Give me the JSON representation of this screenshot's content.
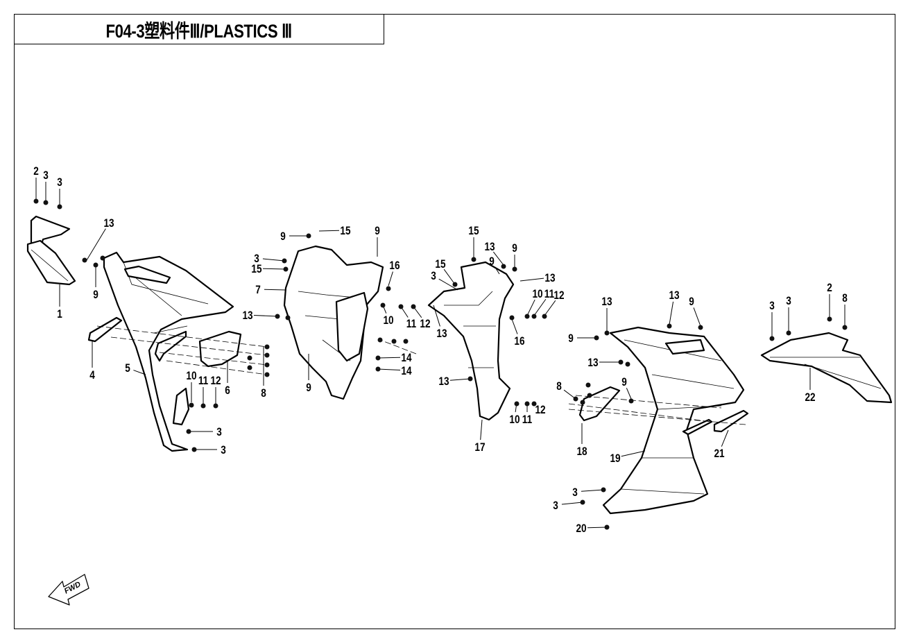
{
  "title": "F04-3塑料件Ⅲ/PLASTICS Ⅲ",
  "fwd_label": "FWD",
  "callouts": [
    "2",
    "3",
    "3",
    "1",
    "13",
    "9",
    "4",
    "5",
    "6",
    "10",
    "11",
    "12",
    "8",
    "3",
    "3",
    "9",
    "15",
    "9",
    "3",
    "15",
    "7",
    "16",
    "13",
    "9",
    "10",
    "11",
    "12",
    "14",
    "14",
    "15",
    "13",
    "9",
    "9",
    "15",
    "3",
    "13",
    "10",
    "11",
    "12",
    "13",
    "16",
    "13",
    "17",
    "10",
    "11",
    "12",
    "13",
    "13",
    "9",
    "9",
    "13",
    "9",
    "8",
    "18",
    "19",
    "21",
    "3",
    "3",
    "20",
    "3",
    "3",
    "2",
    "8",
    "22"
  ]
}
